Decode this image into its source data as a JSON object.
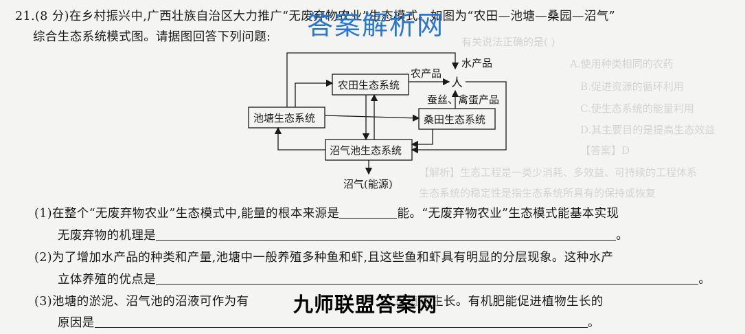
{
  "question": {
    "number_line1": "21.(8 分)在乡村振兴中,广西壮族自治区大力推广“无废弃物农业”生态模式。如图为“农田—池塘—桑园—沼气”",
    "line2": "综合生态系统模式图。请据图回答下列问题:"
  },
  "diagram": {
    "farm": "农田生态系统",
    "pond": "池塘生态系统",
    "mulberry": "桑田生态系统",
    "biogas": "沼气池生态系统",
    "human": "人",
    "aquatic": "水产品",
    "agri": "农产品",
    "silk": "蚕丝、禽蛋产品",
    "energy": "沼气(能源)"
  },
  "sub1": {
    "a": "(1)在整个“无废弃物农业”生态模式中,能量的根本来源是",
    "b": "能。“无废弃物农业”生态模式能基本实现",
    "c": "无废弃物的机理是",
    "end": "。"
  },
  "sub2": {
    "a": "(2)为了增加水产品的种类和产量,池塘中一般养殖多种鱼和虾,且这些鱼和虾具有明显的分层现象。这种水产",
    "b": "立体养殖的优点是",
    "end": "。"
  },
  "sub3": {
    "a": "(3)池塘的淤泥、沼气池的沼液可作为有",
    "b": "进植物生长。有机肥能促进植物生长的",
    "c": "原因是",
    "end": "。"
  },
  "watermarks": {
    "top": "答案解析网",
    "bottom": "九师联盟答案网"
  },
  "ghost_text": {
    "g1": "有关说法正确的是( )",
    "g2": "A.使用种类相同的农药",
    "g3": "B.促进资源的循环利用",
    "g4": "C.使生态系统的能量利用",
    "g5": "D.其主要目的是提高生态效益",
    "g6": "【答案】D",
    "g7": "【解析】生态工程是一类少消耗、多效益、可持续的工程体系",
    "g8": "生态系统的稳定性是指生态系统所具有的保持或恢复"
  }
}
